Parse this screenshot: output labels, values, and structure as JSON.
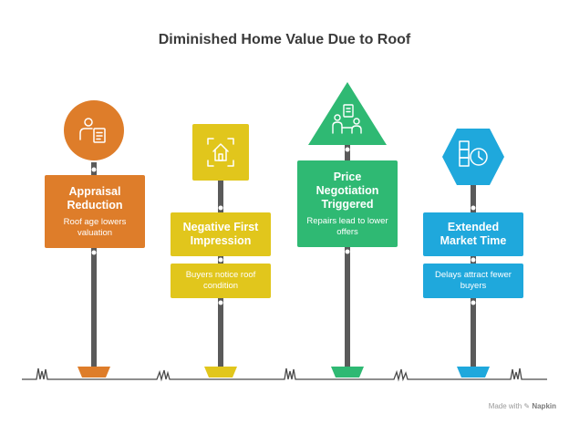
{
  "title": "Diminished Home Value Due to Roof",
  "signs": [
    {
      "heading": "Appraisal Reduction",
      "description": "Roof age lowers valuation",
      "color": "#DE7D2A",
      "icon": "appraiser-document-icon",
      "shape": "circle"
    },
    {
      "heading": "Negative First Impression",
      "description": "Buyers notice roof condition",
      "color": "#E1C61C",
      "icon": "house-focus-icon",
      "shape": "square"
    },
    {
      "heading": "Price Negotiation Triggered",
      "description": "Repairs lead to lower offers",
      "color": "#2FB973",
      "icon": "negotiation-people-icon",
      "shape": "triangle"
    },
    {
      "heading": "Extended Market Time",
      "description": "Delays attract fewer buyers",
      "color": "#1FA8DC",
      "icon": "calendar-clock-icon",
      "shape": "hexagon"
    }
  ],
  "footer": {
    "made_with": "Made with",
    "brand": "Napkin"
  },
  "colors": {
    "pole": "#5a5a5a",
    "ground": "#4a4a4a",
    "title": "#3a3a3a"
  }
}
